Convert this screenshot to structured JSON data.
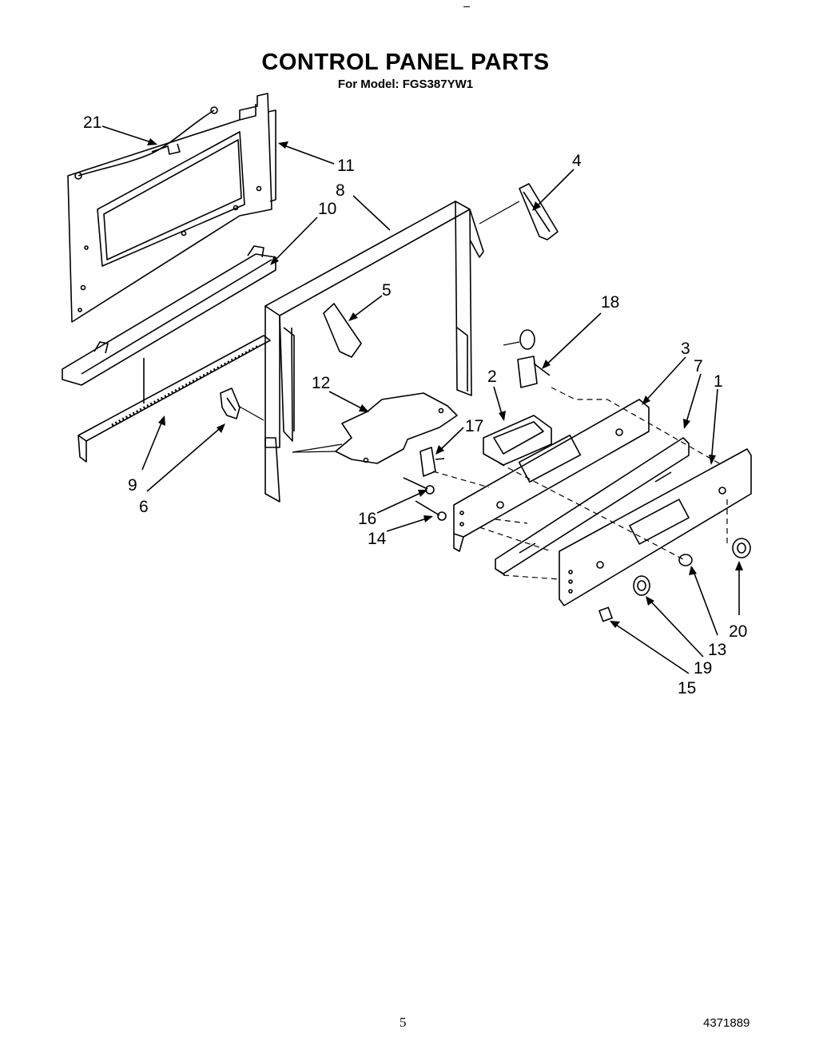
{
  "header": {
    "title": "CONTROL PANEL PARTS",
    "subtitle": "For Model: FGS387YW1"
  },
  "callouts": [
    "21",
    "11",
    "4",
    "8",
    "10",
    "5",
    "18",
    "3",
    "7",
    "1",
    "12",
    "2",
    "17",
    "9",
    "6",
    "16",
    "14",
    "20",
    "13",
    "19",
    "15"
  ],
  "footer": {
    "page_number": "5",
    "document_number": "4371889"
  }
}
